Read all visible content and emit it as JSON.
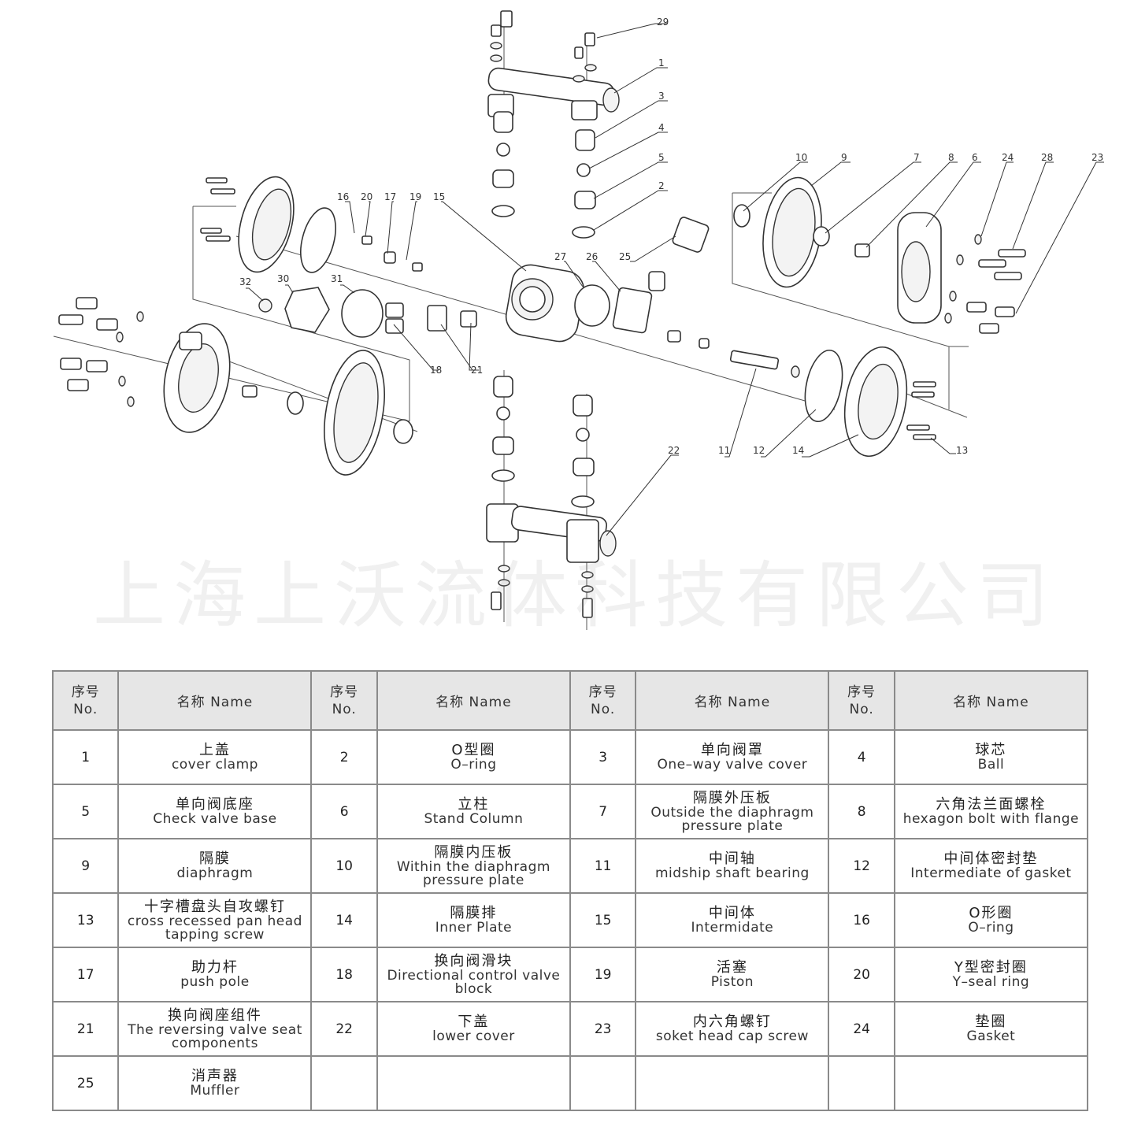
{
  "watermark": "上海上沃流体科技有限公司",
  "diagram": {
    "labels": [
      "29",
      "1",
      "3",
      "4",
      "5",
      "2",
      "10",
      "9",
      "7",
      "8",
      "6",
      "24",
      "28",
      "23",
      "16",
      "20",
      "17",
      "19",
      "15",
      "27",
      "26",
      "25",
      "32",
      "30",
      "31",
      "18",
      "21",
      "22",
      "11",
      "12",
      "14",
      "13"
    ]
  },
  "table": {
    "header": {
      "no_zh": "序号",
      "no_en": "No.",
      "name_zh": "名称",
      "name_en": "Name"
    },
    "rows": [
      [
        {
          "no": "1",
          "zh": "上盖",
          "en": "cover clamp"
        },
        {
          "no": "2",
          "zh": "O型圈",
          "en": "O–ring"
        },
        {
          "no": "3",
          "zh": "单向阀罩",
          "en": "One–way valve cover"
        },
        {
          "no": "4",
          "zh": "球芯",
          "en": "Ball"
        }
      ],
      [
        {
          "no": "5",
          "zh": "单向阀底座",
          "en": "Check valve base"
        },
        {
          "no": "6",
          "zh": "立柱",
          "en": "Stand Column"
        },
        {
          "no": "7",
          "zh": "隔膜外压板",
          "en": "Outside the diaphragm pressure plate"
        },
        {
          "no": "8",
          "zh": "六角法兰面螺栓",
          "en": "hexagon bolt with flange"
        }
      ],
      [
        {
          "no": "9",
          "zh": "隔膜",
          "en": "diaphragm"
        },
        {
          "no": "10",
          "zh": "隔膜内压板",
          "en": "Within the diaphragm pressure plate"
        },
        {
          "no": "11",
          "zh": "中间轴",
          "en": "midship shaft bearing"
        },
        {
          "no": "12",
          "zh": "中间体密封垫",
          "en": "Intermediate of gasket"
        }
      ],
      [
        {
          "no": "13",
          "zh": "十字槽盘头自攻螺钉",
          "en": "cross recessed pan head tapping screw"
        },
        {
          "no": "14",
          "zh": "隔膜排",
          "en": "Inner Plate"
        },
        {
          "no": "15",
          "zh": "中间体",
          "en": "Intermidate"
        },
        {
          "no": "16",
          "zh": "O形圈",
          "en": "O–ring"
        }
      ],
      [
        {
          "no": "17",
          "zh": "助力杆",
          "en": "push pole"
        },
        {
          "no": "18",
          "zh": "换向阀滑块",
          "en": "Directional control valve block"
        },
        {
          "no": "19",
          "zh": "活塞",
          "en": "Piston"
        },
        {
          "no": "20",
          "zh": "Y型密封圈",
          "en": "Y–seal ring"
        }
      ],
      [
        {
          "no": "21",
          "zh": "换向阀座组件",
          "en": "The reversing valve seat components"
        },
        {
          "no": "22",
          "zh": "下盖",
          "en": "lower cover"
        },
        {
          "no": "23",
          "zh": "内六角螺钉",
          "en": "soket head cap screw"
        },
        {
          "no": "24",
          "zh": "垫圈",
          "en": "Gasket"
        }
      ],
      [
        {
          "no": "25",
          "zh": "消声器",
          "en": "Muffler"
        },
        {
          "no": "",
          "zh": "",
          "en": ""
        },
        {
          "no": "",
          "zh": "",
          "en": ""
        },
        {
          "no": "",
          "zh": "",
          "en": ""
        }
      ]
    ]
  }
}
